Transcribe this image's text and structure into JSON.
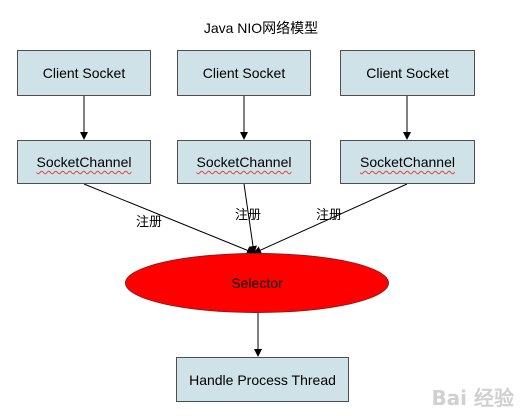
{
  "diagram": {
    "title": "Java NIO网络模型",
    "client_sockets": [
      "Client Socket",
      "Client Socket",
      "Client Socket"
    ],
    "socket_channels": [
      "SocketChannel",
      "SocketChannel",
      "SocketChannel"
    ],
    "register_labels": [
      "注册",
      "注册",
      "注册"
    ],
    "selector_label": "Selector",
    "handler_label": "Handle Process Thread",
    "colors": {
      "box_fill": "#cfe2e8",
      "selector_fill": "#ff0000"
    },
    "watermark": "Bai 经验"
  }
}
